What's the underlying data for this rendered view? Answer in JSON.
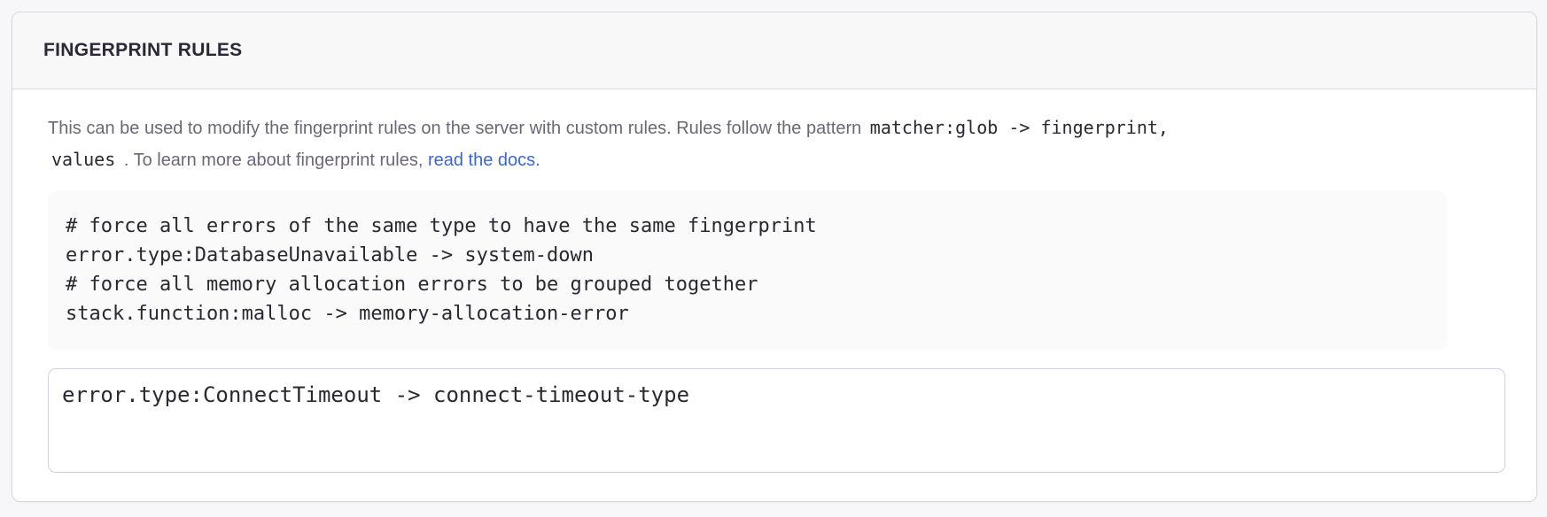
{
  "panel": {
    "title": "FINGERPRINT RULES",
    "description": {
      "part1": "This can be used to modify the fingerprint rules on the server with custom rules. Rules follow the pattern",
      "pattern_code_line1": "matcher:glob -> fingerprint,",
      "pattern_code_line2": "values",
      "part2": ". To learn more about fingerprint rules,",
      "link_text": "read the docs",
      "suffix": "."
    },
    "example_code": "# force all errors of the same type to have the same fingerprint\nerror.type:DatabaseUnavailable -> system-down\n# force all memory allocation errors to be grouped together\nstack.function:malloc -> memory-allocation-error",
    "textarea_value": "error.type:ConnectTimeout -> connect-timeout-type"
  },
  "colors": {
    "page_background": "#f7f7f9",
    "panel_border": "#d9d6e0",
    "header_background": "#f8f8f9",
    "title_text": "#2d2838",
    "body_text": "#6d6678",
    "code_text": "#2b2733",
    "link_blue": "#3a66d6",
    "example_background": "#fafafa",
    "textarea_border": "#d5d1dc"
  }
}
